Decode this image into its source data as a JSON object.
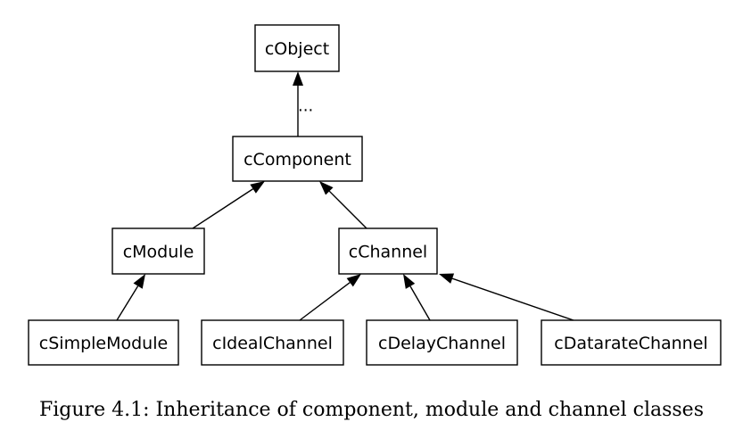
{
  "diagram": {
    "nodes": [
      {
        "id": "cObject",
        "label": "cObject"
      },
      {
        "id": "cComponent",
        "label": "cComponent"
      },
      {
        "id": "cModule",
        "label": "cModule"
      },
      {
        "id": "cChannel",
        "label": "cChannel"
      },
      {
        "id": "cSimpleModule",
        "label": "cSimpleModule"
      },
      {
        "id": "cIdealChannel",
        "label": "cIdealChannel"
      },
      {
        "id": "cDelayChannel",
        "label": "cDelayChannel"
      },
      {
        "id": "cDatarateChannel",
        "label": "cDatarateChannel"
      }
    ],
    "edges": [
      {
        "from": "cComponent",
        "to": "cObject",
        "label": "..."
      },
      {
        "from": "cModule",
        "to": "cComponent"
      },
      {
        "from": "cChannel",
        "to": "cComponent"
      },
      {
        "from": "cSimpleModule",
        "to": "cModule"
      },
      {
        "from": "cIdealChannel",
        "to": "cChannel"
      },
      {
        "from": "cDelayChannel",
        "to": "cChannel"
      },
      {
        "from": "cDatarateChannel",
        "to": "cChannel"
      }
    ]
  },
  "caption": "Figure 4.1: Inheritance of component, module and channel classes"
}
